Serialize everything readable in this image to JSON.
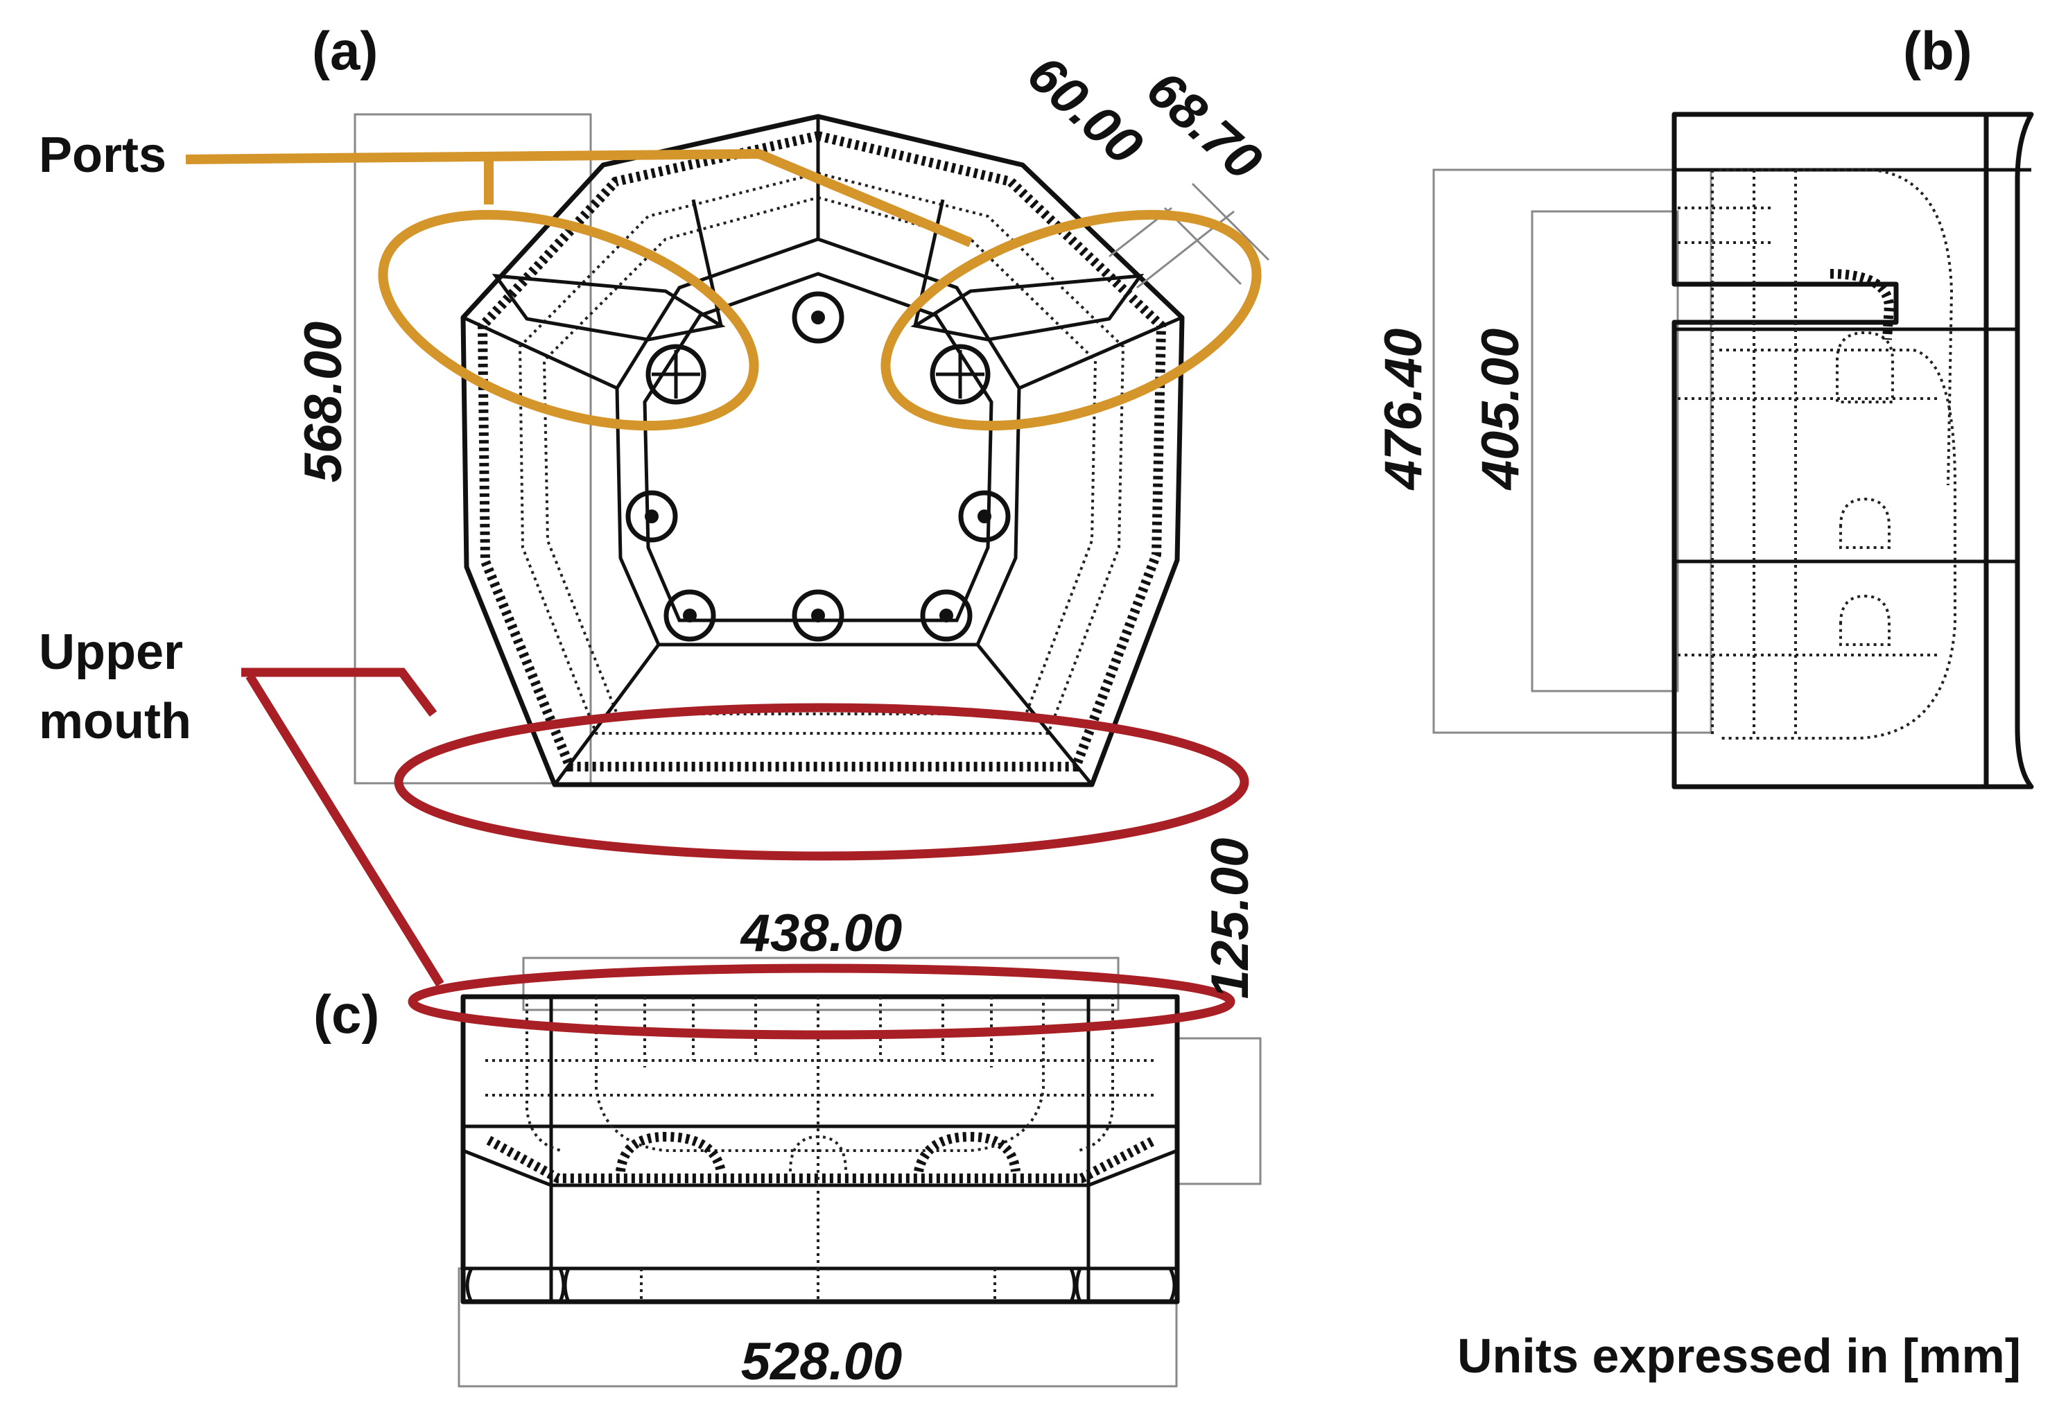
{
  "panels": {
    "a": "(a)",
    "b": "(b)",
    "c": "(c)"
  },
  "callouts": {
    "ports": {
      "label": "Ports",
      "color": "#D4962A"
    },
    "upper_mouth": {
      "line1": "Upper",
      "line2": "mouth",
      "color": "#A82025"
    }
  },
  "dimensions": {
    "a_height": "568.00",
    "a_side": "60.00",
    "a_port": "68.70",
    "b_outer": "476.40",
    "b_inner": "405.00",
    "c_top": "438.00",
    "c_side": "125.00",
    "c_bottom": "528.00"
  },
  "units": "Units expressed in [mm]"
}
